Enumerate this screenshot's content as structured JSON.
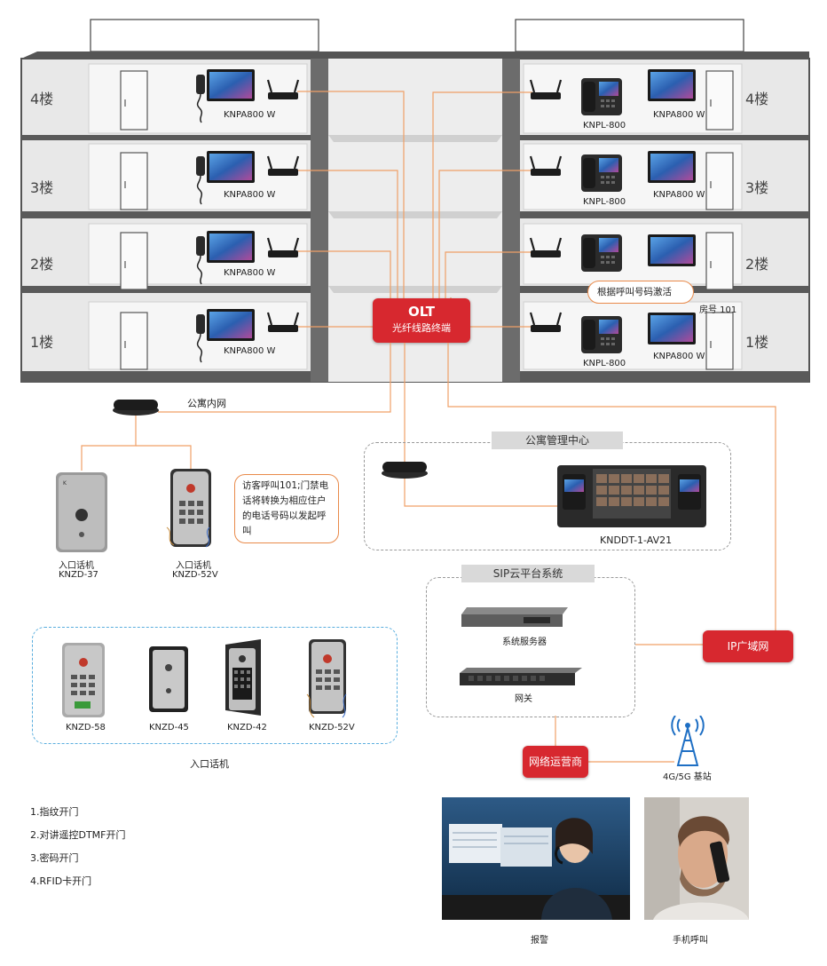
{
  "floors": [
    {
      "label_left": "4楼",
      "label_right": "4楼"
    },
    {
      "label_left": "3楼",
      "label_right": "3楼"
    },
    {
      "label_left": "2楼",
      "label_right": "2楼"
    },
    {
      "label_left": "1楼",
      "label_right": "1楼"
    }
  ],
  "devices": {
    "indoor_monitor": "KNPA800 W",
    "ip_phone": "KNPL-800"
  },
  "room_label": "房号 101",
  "activate_callout": "根据呼叫号码激活",
  "olt": {
    "title": "OLT",
    "subtitle": "光纤线路终端"
  },
  "apartment_intranet": "公寓内网",
  "visitor_callout": "访客呼叫101;门禁电话将转换为相应住户的电话号码以发起呼叫",
  "entrance_37": {
    "line1": "入口话机",
    "line2": "KNZD-37"
  },
  "entrance_52": {
    "line1": "入口话机",
    "line2": "KNZD-52V"
  },
  "management_center": {
    "title": "公寓管理中心",
    "device": "KNDDT-1-AV21"
  },
  "sip_cloud": {
    "title": "SIP云平台系统",
    "server": "系统服务器",
    "gateway": "网关"
  },
  "ip_wan": "IP广域网",
  "operator": "网络运营商",
  "base_station": "4G/5G 基站",
  "entrance_models": [
    "KNZD-58",
    "KNZD-45",
    "KNZD-42",
    "KNZD-52V"
  ],
  "entrance_group_label": "入口话机",
  "unlock_methods": [
    "1.指纹开门",
    "2.对讲遥控DTMF开门",
    "3.密码开门",
    "4.RFID卡开门"
  ],
  "alarm_label": "报警",
  "mobile_label": "手机呼叫"
}
